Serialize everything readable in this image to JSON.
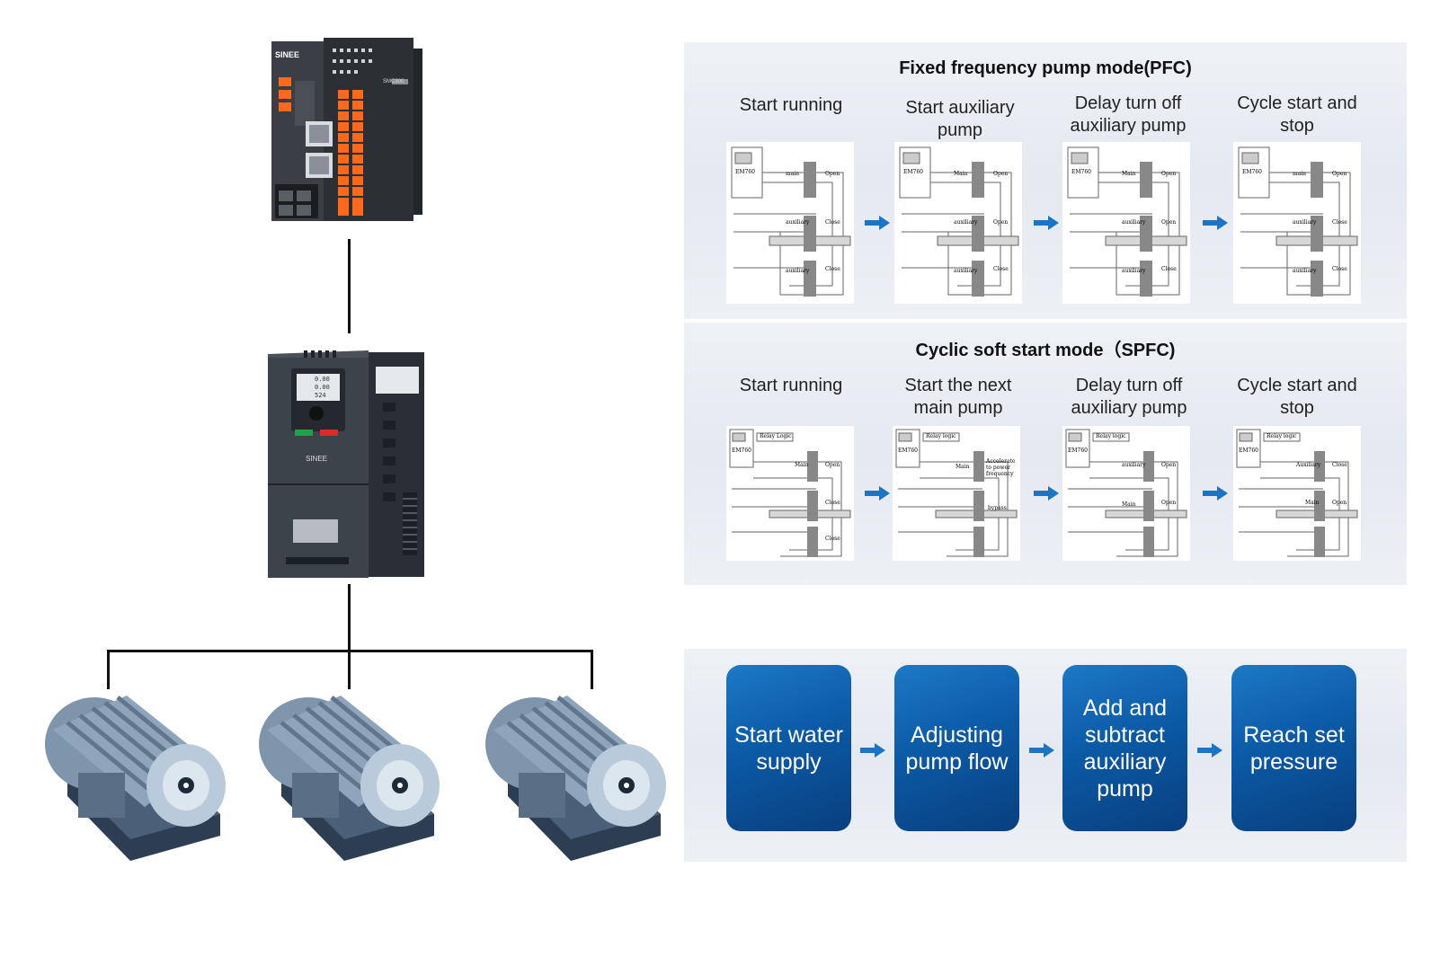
{
  "devices": {
    "plc_brand": "SINEE",
    "plc_model": "SMC300",
    "drive_brand": "SINEE",
    "drive_display": [
      "0.00",
      "0.00",
      "524"
    ]
  },
  "pfc": {
    "title": "Fixed frequency pump mode(PFC)",
    "steps": [
      {
        "label": "Start running",
        "controller": "EM760",
        "tags": [
          "main",
          "Open",
          "auxiliary",
          "Close",
          "auxiliary",
          "Close"
        ]
      },
      {
        "label": "Start auxiliary pump",
        "controller": "EM760",
        "tags": [
          "Main",
          "Open",
          "auxiliary",
          "Open",
          "auxiliary",
          "Close"
        ]
      },
      {
        "label": "Delay turn off auxiliary pump",
        "controller": "EM760",
        "tags": [
          "Main",
          "Open",
          "auxiliary",
          "Open",
          "auxiliary",
          "Close"
        ]
      },
      {
        "label": "Cycle start and stop",
        "controller": "EM760",
        "tags": [
          "main",
          "Open",
          "auxiliary",
          "Close",
          "auxiliary",
          "Close"
        ]
      }
    ]
  },
  "spfc": {
    "title": "Cyclic soft start mode（SPFC)",
    "steps": [
      {
        "label": "Start running",
        "controller": "EM760",
        "relay": "Relay Logic",
        "tags": [
          "Main",
          "Open",
          "Close",
          "Close"
        ]
      },
      {
        "label": "Start the next main pump",
        "controller": "EM760",
        "relay": "Relay logic",
        "tags": [
          "Main",
          "Accelerate to power frequency",
          "bypass"
        ]
      },
      {
        "label": "Delay turn off auxiliary pump",
        "controller": "EM760",
        "relay": "Relay logic",
        "tags": [
          "auxiliary",
          "Open",
          "Main",
          "Open"
        ]
      },
      {
        "label": "Cycle start and stop",
        "controller": "EM760",
        "relay": "Relay logic",
        "tags": [
          "Auxiliary",
          "Close",
          "Main",
          "Open"
        ]
      }
    ]
  },
  "flow": {
    "steps": [
      "Start water supply",
      "Adjusting pump flow",
      "Add and subtract auxiliary pump",
      "Reach set pressure"
    ]
  },
  "colors": {
    "flow_box": "#0b5aa6",
    "arrow": "#1b74c4",
    "panel_bg": "#e9ecf2"
  }
}
